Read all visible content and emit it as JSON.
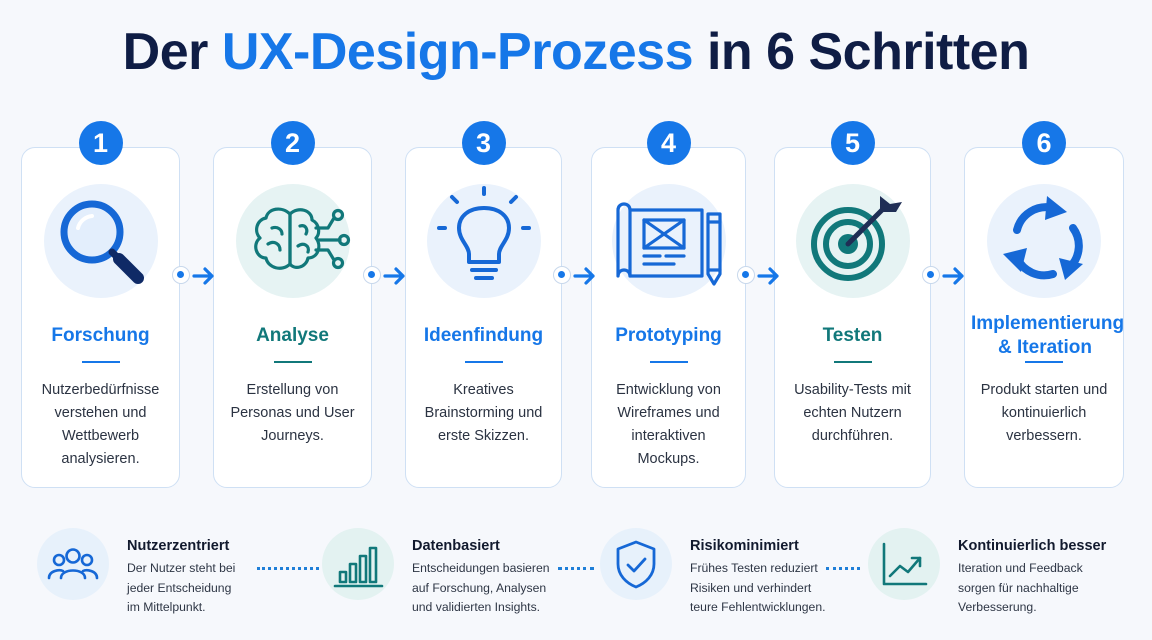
{
  "title": {
    "part1": "Der ",
    "highlight": "UX-Design-Prozess",
    "part2": " in 6 Schritten"
  },
  "steps": [
    {
      "number": "1",
      "title": "Forschung",
      "description": "Nutzerbedürfnisse verstehen und Wettbewerb analysieren.",
      "icon": "magnifier-icon",
      "accent": "#1677e8"
    },
    {
      "number": "2",
      "title": "Analyse",
      "description": "Erstellung von Personas und User Journeys.",
      "icon": "brain-icon",
      "accent": "#11787a"
    },
    {
      "number": "3",
      "title": "Ideenfindung",
      "description": "Kreatives Brainstorming und erste Skizzen.",
      "icon": "lightbulb-icon",
      "accent": "#1677e8"
    },
    {
      "number": "4",
      "title": "Prototyping",
      "description": "Entwicklung von Wireframes und interaktiven Mockups.",
      "icon": "blueprint-pencil-icon",
      "accent": "#1677e8"
    },
    {
      "number": "5",
      "title": "Testen",
      "description": "Usability-Tests mit echten Nutzern durchführen.",
      "icon": "target-icon",
      "accent": "#11787a"
    },
    {
      "number": "6",
      "title": "Implementierung & Iteration",
      "description": "Produkt starten und kontinuierlich verbessern.",
      "icon": "cycle-arrows-icon",
      "accent": "#1677e8"
    }
  ],
  "benefits": [
    {
      "title": "Nutzerzentriert",
      "description": "Der Nutzer steht bei jeder Entscheidung im Mittelpunkt.",
      "icon": "users-icon"
    },
    {
      "title": "Datenbasiert",
      "description": "Entscheidungen basieren auf Forschung, Analysen und validierten Insights.",
      "icon": "bar-chart-icon"
    },
    {
      "title": "Risikominimiert",
      "description": "Frühes Testen reduziert Risiken und verhindert teure Fehlentwicklungen.",
      "icon": "shield-check-icon"
    },
    {
      "title": "Kontinuierlich besser",
      "description": "Iteration und Feedback sorgen für nachhaltige Verbesserung.",
      "icon": "trend-up-icon"
    }
  ],
  "colors": {
    "primary": "#1677e8",
    "teal": "#11787a",
    "dark": "#0f1d45"
  }
}
